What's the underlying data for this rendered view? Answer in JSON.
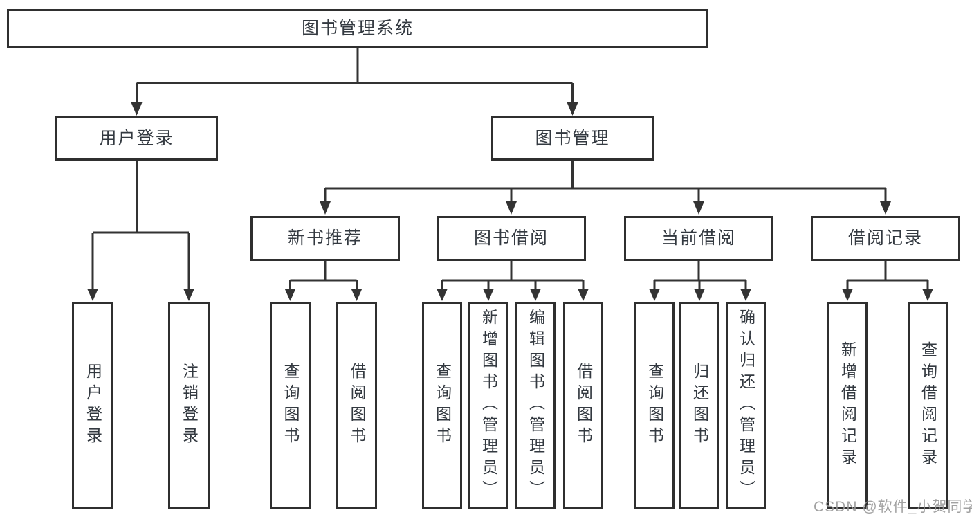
{
  "colors": {
    "background": "#ffffff",
    "line": "#333333",
    "box_border": "#2f2f2f",
    "text": "#333940",
    "watermark": "#989898"
  },
  "watermark": {
    "text": "CSDN @软件_小贺同学"
  },
  "diagram": {
    "type": "hierarchy-tree",
    "root": {
      "label": "图书管理系统"
    },
    "branches": [
      {
        "label": "用户登录",
        "children": [
          {
            "label": "用户登录"
          },
          {
            "label": "注销登录"
          }
        ]
      },
      {
        "label": "图书管理",
        "children": [
          {
            "label": "新书推荐",
            "children": [
              {
                "label": "查询图书"
              },
              {
                "label": "借阅图书"
              }
            ]
          },
          {
            "label": "图书借阅",
            "children": [
              {
                "label": "查询图书"
              },
              {
                "label": "新增图书（管理员）"
              },
              {
                "label": "编辑图书（管理员）"
              },
              {
                "label": "借阅图书"
              }
            ]
          },
          {
            "label": "当前借阅",
            "children": [
              {
                "label": "查询图书"
              },
              {
                "label": "归还图书"
              },
              {
                "label": "确认归还（管理员）"
              }
            ]
          },
          {
            "label": "借阅记录",
            "children": [
              {
                "label": "新增借阅记录"
              },
              {
                "label": "查询借阅记录"
              }
            ]
          }
        ]
      }
    ]
  }
}
